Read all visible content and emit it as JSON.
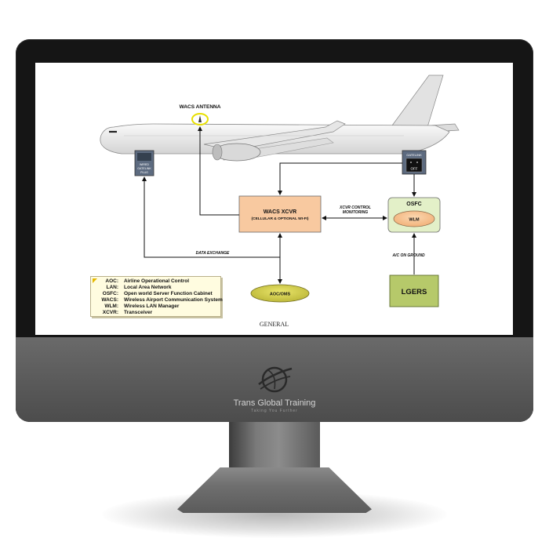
{
  "diagram": {
    "antenna_label": "WACS ANTENNA",
    "wired_gatelink_lines": [
      "WIRED",
      "GATELINK",
      "PLUG"
    ],
    "gatelink_switch_title": "GATELINK",
    "gatelink_switch_state": "OFF",
    "wacs_box_title": "WACS XCVR",
    "wacs_box_subtitle": "(CELLULAR & OPTIONAL WI-FI)",
    "osfc_title": "OSFC",
    "wlm_label": "WLM",
    "xcvr_control_lines": [
      "XCVR CONTROL",
      "MONITORING"
    ],
    "data_exchange_label": "DATA EXCHANGE",
    "aoc_oms_label": "AOC/OMS",
    "ac_on_ground_label": "A/C ON GROUND",
    "lgers_label": "LGERS",
    "footer_label": "GENERAL"
  },
  "legend": [
    {
      "abbr": "AOC:",
      "definition": "Airline Operational Control"
    },
    {
      "abbr": "LAN:",
      "definition": "Local Area Network"
    },
    {
      "abbr": "OSFC:",
      "definition": "Open world Server Function Cabinet"
    },
    {
      "abbr": "WACS:",
      "definition": "Wireless Airport Communication System"
    },
    {
      "abbr": "WLM:",
      "definition": "Wireless LAN Manager"
    },
    {
      "abbr": "XCVR:",
      "definition": "Transceiver"
    }
  ],
  "branding": {
    "name": "Trans Global Training",
    "tagline": "Taking You Further"
  },
  "colors": {
    "wacs_box": "#f8c9a0",
    "osfc_box": "#e3f0c8",
    "lgers_box": "#b6c96a",
    "aoc_oval": "#d6d24c",
    "antenna_highlight": "#e8e000"
  }
}
